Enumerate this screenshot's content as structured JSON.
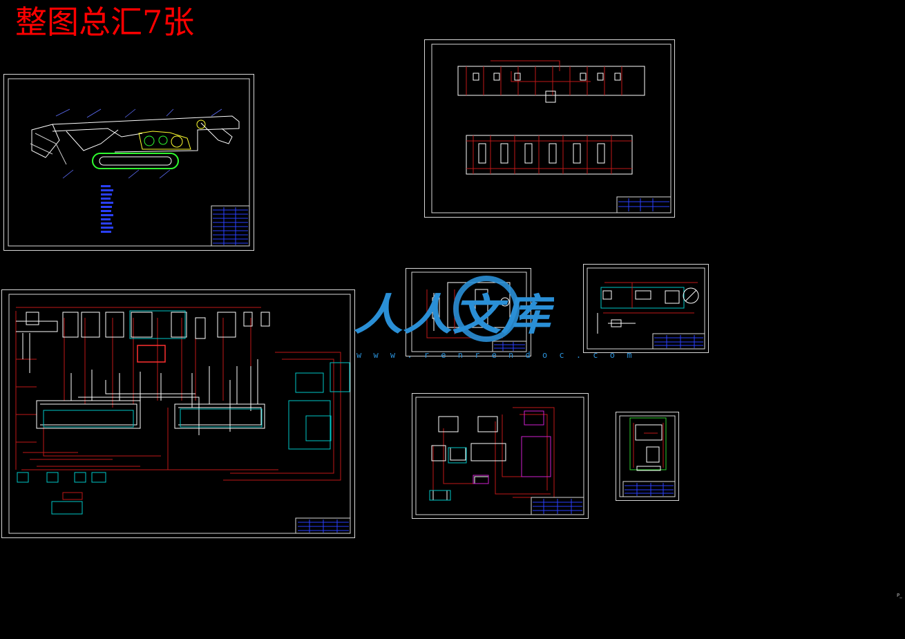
{
  "title": "整图总汇7张",
  "watermark": {
    "text": "人人文库",
    "url": "w w w . r e n r e n d o c . c o m",
    "color": "#2a8fd6"
  },
  "colors": {
    "background": "#000000",
    "title": "#ff0000",
    "frame": "#d8d8d8",
    "hydraulic_line": "#c01818",
    "component": "#ffffff",
    "title_block": "#2233ff",
    "highlight_cyan": "#00c8c8",
    "highlight_magenta": "#d020d0"
  },
  "sheets": [
    {
      "id": "sheet-general-assembly",
      "kind": "machine general assembly drawing"
    },
    {
      "id": "sheet-valve-circuit",
      "kind": "valve circuit schematic"
    },
    {
      "id": "sheet-hydraulic-system",
      "kind": "hydraulic system diagram"
    },
    {
      "id": "sheet-pump-circuit",
      "kind": "pump circuit schematic"
    },
    {
      "id": "sheet-motor-circuit",
      "kind": "motor circuit schematic"
    },
    {
      "id": "sheet-control-circuit",
      "kind": "control circuit schematic"
    },
    {
      "id": "sheet-small-circuit",
      "kind": "small circuit schematic"
    }
  ],
  "corner_mark": "P_"
}
